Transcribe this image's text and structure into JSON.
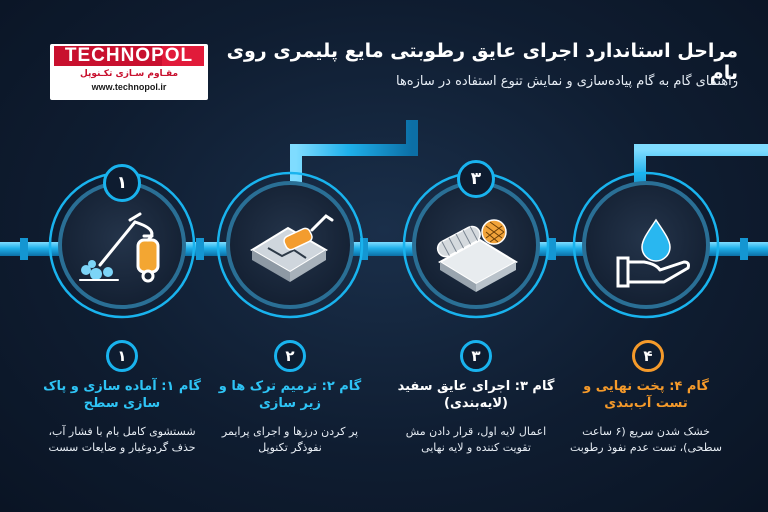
{
  "logo": {
    "brand": "TECHNOPOL",
    "tagline": "مقـاوم سـازی تکـنوپل",
    "url": "www.technopol.ir"
  },
  "header": {
    "title": "مراحل استاندارد اجرای عایق رطوبتی مایع پلیمری روی بام",
    "subtitle": "راهنمای گام به گام پیاده‌سازی و نمایش تنوع استفاده در سازه‌ها"
  },
  "colors": {
    "accent_blue": "#19b3ee",
    "accent_orange": "#f59a2a",
    "background": "#0f1d31"
  },
  "steps": [
    {
      "badge": "۱",
      "icon": "pressure-washer-icon",
      "title": "گام ۱: آماده سازی و پاک سازی سطح",
      "description": "شستشوی کامل بام با فشار آب، حذف گردوغبار و ضایعات سست"
    },
    {
      "badge": "۲",
      "icon": "paint-roller-icon",
      "title": "گام ۲: ترمیم ترک ها و زیر سازی",
      "description": "پر کردن درزها و اجرای پرایمر نفوذگر تکنوپل"
    },
    {
      "badge": "۳",
      "icon": "mesh-roll-icon",
      "title": "گام ۳: اجرای عایق سفید (لایه‌بندی)",
      "description": "اعمال لایه اول، قرار دادن مش تقویت کننده و لایه نهایی"
    },
    {
      "badge": "۴",
      "icon": "water-drop-hand-icon",
      "title": "گام ۴: پخت نهایی و تست آب‌بندی",
      "description": "خشک شدن سریع (۶ ساعت سطحی)، تست عدم نفوذ رطوبت"
    }
  ]
}
